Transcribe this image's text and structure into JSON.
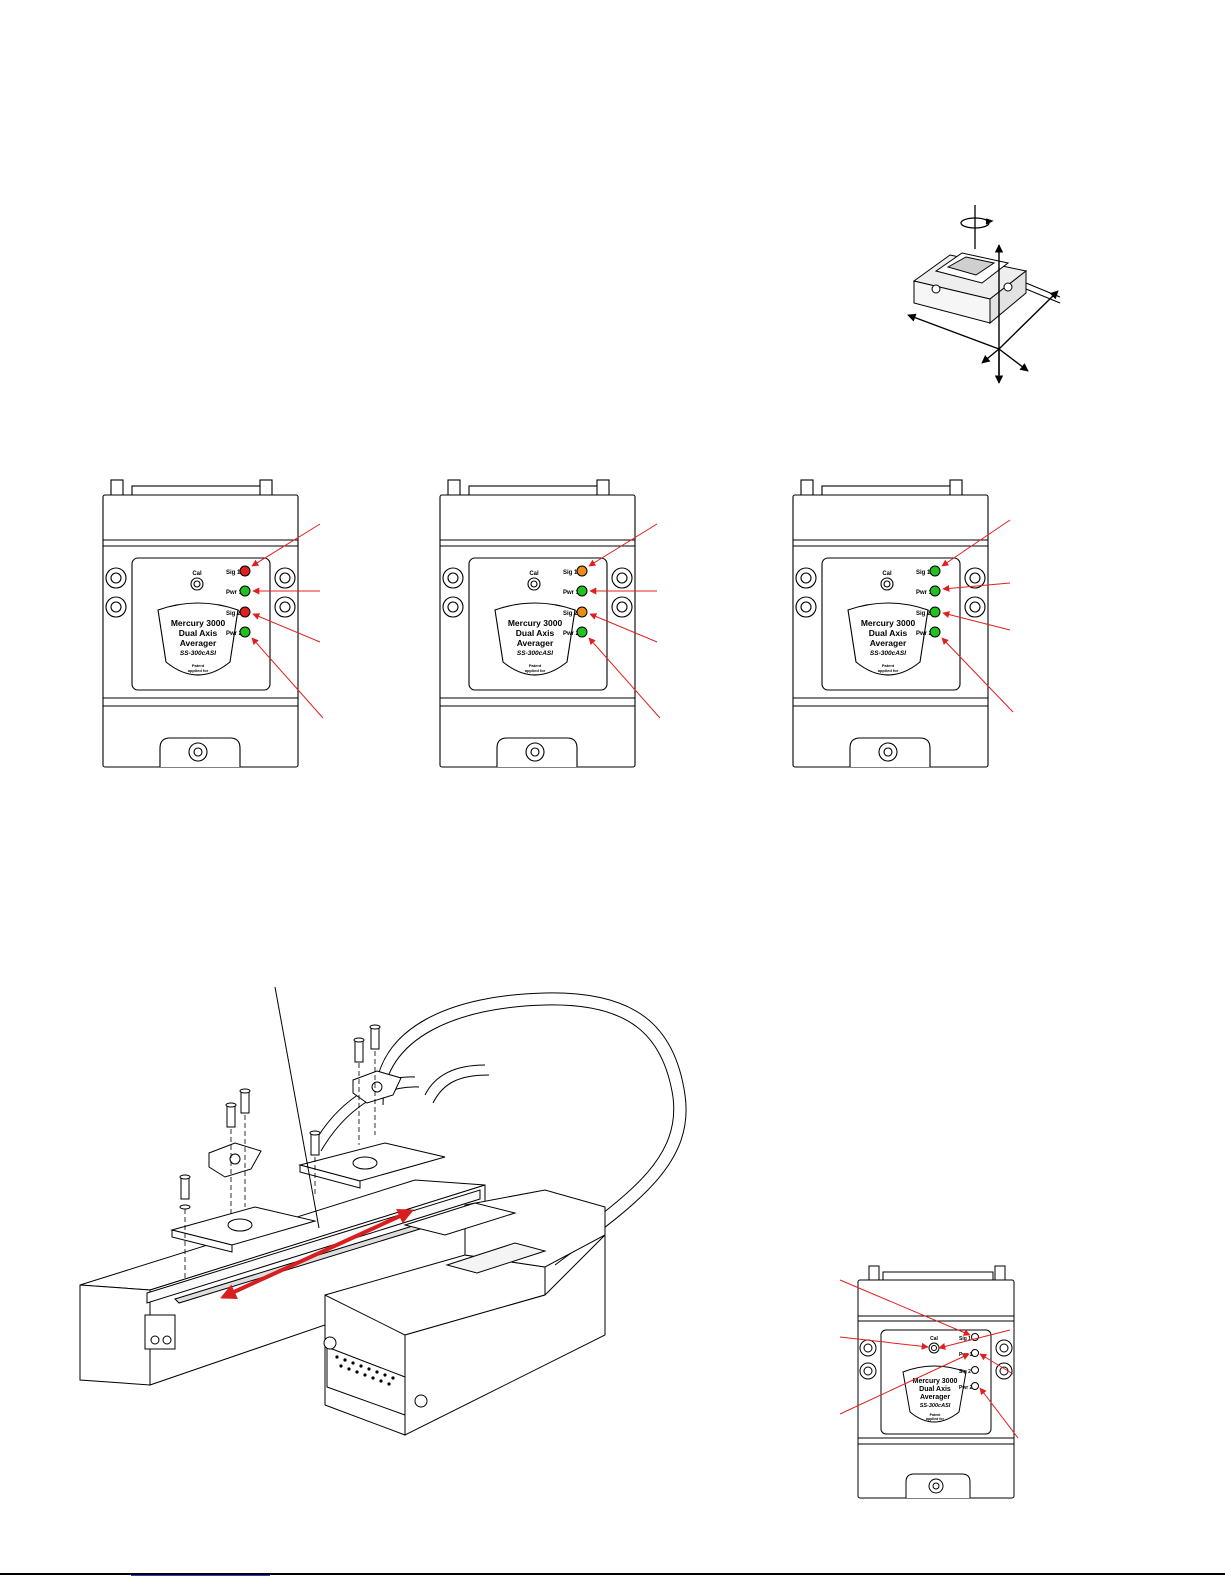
{
  "device": {
    "cal_label": "Cal",
    "sig1_label": "Sig 1",
    "pwr1_label": "Pwr 1",
    "sig2_label": "Sig 2",
    "pwr2_label": "Pwr 2",
    "name_line1": "Mercury 3000",
    "name_line2": "Dual Axis",
    "name_line3": "Averager",
    "model": "SS-300cASI",
    "patent_line1": "Patent",
    "patent_line2": "applied for"
  },
  "led_states": [
    {
      "state": "fault",
      "sig1": "#e02020",
      "pwr1": "#22c022",
      "sig2": "#e02020",
      "pwr2": "#22c022"
    },
    {
      "state": "warning",
      "sig1": "#ee8c1a",
      "pwr1": "#22c022",
      "sig2": "#ee8c1a",
      "pwr2": "#22c022"
    },
    {
      "state": "ok",
      "sig1": "#22c022",
      "pwr1": "#22c022",
      "sig2": "#22c022",
      "pwr2": "#22c022"
    },
    {
      "state": "off",
      "sig1": "#ffffff",
      "pwr1": "#ffffff",
      "sig2": "#ffffff",
      "pwr2": "#ffffff"
    }
  ],
  "colors": {
    "callout_arrow": "#e02020",
    "travel_arrow": "#d81e1e",
    "line": "#000000",
    "footer_link": "#2a3bd6"
  },
  "icons": [
    "rotation-arrow-icon",
    "axis-arrows-icon",
    "callout-arrow-icon"
  ]
}
